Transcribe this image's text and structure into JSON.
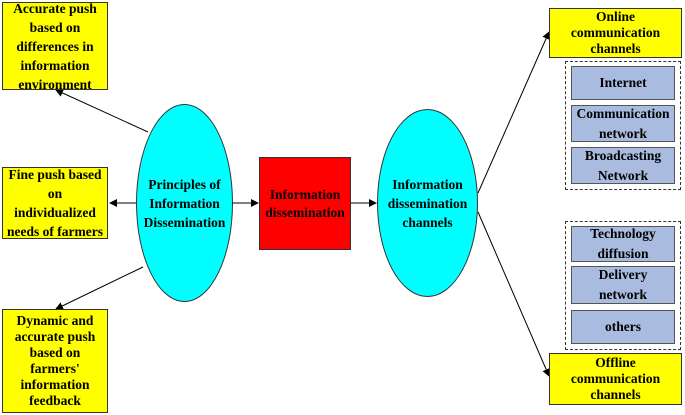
{
  "left_boxes": [
    "Accurate push\nbased on\ndifferences in\ninformation\nenvironment",
    "Fine push based\non\nindividualized\nneeds of farmers",
    "Dynamic and\naccurate push\nbased on\nfarmers'\ninformation\nfeedback"
  ],
  "principles": "Principles of\nInformation\nDissemination",
  "center": "Information\ndissemination",
  "channels": "Information\ndissemination\nchannels",
  "online": {
    "title": "Online\ncommunication\nchannels",
    "items": [
      "Internet",
      "Communication\nnetwork",
      "Broadcasting\nNetwork"
    ]
  },
  "offline": {
    "title": "Offline\ncommunication\nchannels",
    "items": [
      "Technology\ndiffusion",
      "Delivery\nnetwork",
      "others"
    ]
  },
  "colors": {
    "yellow": "#ffff00",
    "cyan": "#00ffff",
    "red": "#ff0000",
    "blue": "#a9bce0"
  }
}
